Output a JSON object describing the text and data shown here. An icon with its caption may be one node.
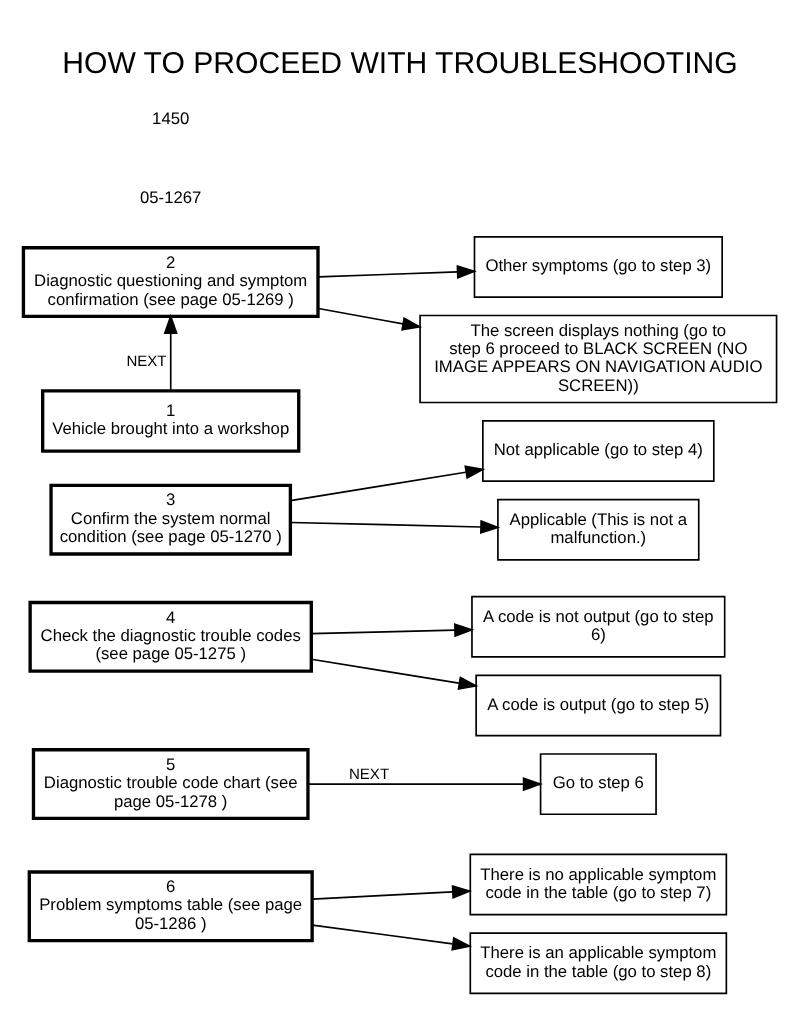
{
  "diagram": {
    "title": "HOW TO PROCEED WITH TROUBLESHOOTING",
    "nodes": [
      {
        "text": [
          "1",
          "Vehicle brought into a workshop"
        ]
      },
      {
        "text": [
          "2",
          "Diagnostic questioning and symptom confirmation (see page 05-1269 )"
        ]
      },
      {
        "text": [
          "The screen displays nothing (go to step 6 proceed to BLACK SCREEN (NO IMAGE APPEARS ON NAVIGATION AUDIO SCREEN))"
        ]
      },
      {
        "text": [
          "Other symptoms (go to step 3)"
        ]
      },
      {
        "text": [
          "3",
          "Confirm the system normal condition (see page 05-1270 )"
        ]
      },
      {
        "text": [
          "Applicable (This is not a malfunction.)"
        ]
      },
      {
        "text": [
          "Not applicable (go to step 4)"
        ]
      },
      {
        "text": [
          "4",
          "Check the diagnostic trouble codes (see page 05-1275 )"
        ]
      },
      {
        "text": [
          "A code is output (go to step 5)"
        ]
      },
      {
        "text": [
          "A code is not output (go to step 6)"
        ]
      },
      {
        "text": [
          "5",
          "Diagnostic trouble code chart (see page 05-1278 )"
        ]
      },
      {
        "text": [
          "Go to step 6"
        ]
      },
      {
        "text": [
          "6",
          "Problem symptoms table (see page 05-1286 )"
        ]
      },
      {
        "text": [
          "There is an applicable symptom code in the table (go to step 8)"
        ]
      },
      {
        "text": [
          "There is no applicable symptom code in the table (go to step 7)"
        ]
      }
    ],
    "edges": [
      {
        "from": 0,
        "to": 1,
        "arrow": "to",
        "label": "NEXT"
      },
      {
        "from": 1,
        "to": 2,
        "arrow": "to"
      },
      {
        "from": 1,
        "to": 3,
        "arrow": "to"
      },
      {
        "from": 4,
        "to": 5,
        "arrow": "to"
      },
      {
        "from": 4,
        "to": 6,
        "arrow": "to"
      },
      {
        "from": 7,
        "to": 8,
        "arrow": "to"
      },
      {
        "from": 7,
        "to": 9,
        "arrow": "to"
      },
      {
        "from": 10,
        "to": 11,
        "arrow": "to",
        "label": "NEXT"
      },
      {
        "from": 12,
        "to": 13,
        "arrow": "to"
      },
      {
        "from": 12,
        "to": 14,
        "arrow": "to"
      }
    ],
    "labels": [
      "05-1267",
      "1450"
    ]
  }
}
